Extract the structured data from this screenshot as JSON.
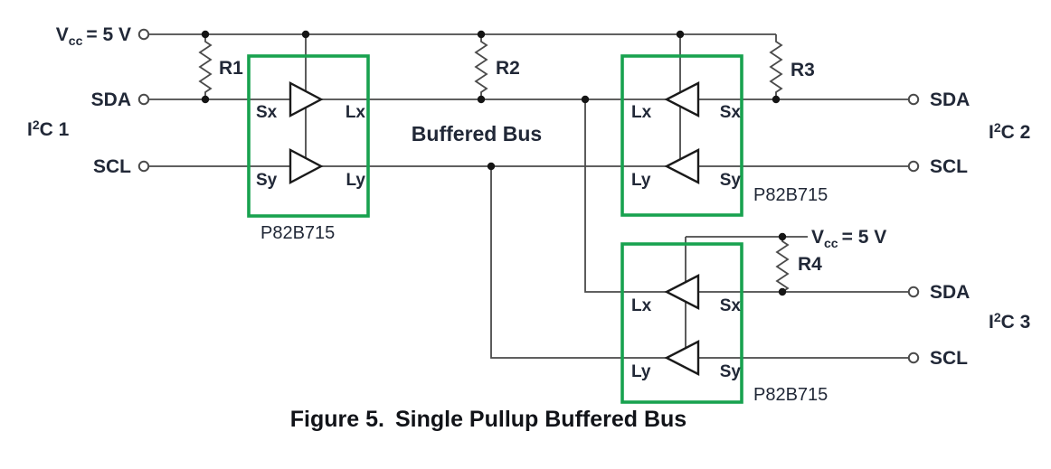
{
  "colors": {
    "box_green": "#18A24F",
    "wire": "#4A4A4A",
    "ink": "#212837"
  },
  "labels": {
    "vcc_v": "V",
    "vcc_sub": "cc",
    "vcc_eq": "= 5 V",
    "sda": "SDA",
    "scl": "SCL",
    "i2c_base": "I",
    "i2c_sup": "2",
    "i2c_1": "C 1",
    "i2c_2": "C 2",
    "i2c_3": "C 3",
    "r1": "R1",
    "r2": "R2",
    "r3": "R3",
    "r4": "R4",
    "sx": "Sx",
    "lx": "Lx",
    "sy": "Sy",
    "ly": "Ly",
    "part_number": "P82B715",
    "buffered_bus": "Buffered Bus",
    "caption_fig": "Figure 5.",
    "caption_title": "Single Pullup Buffered Bus"
  }
}
